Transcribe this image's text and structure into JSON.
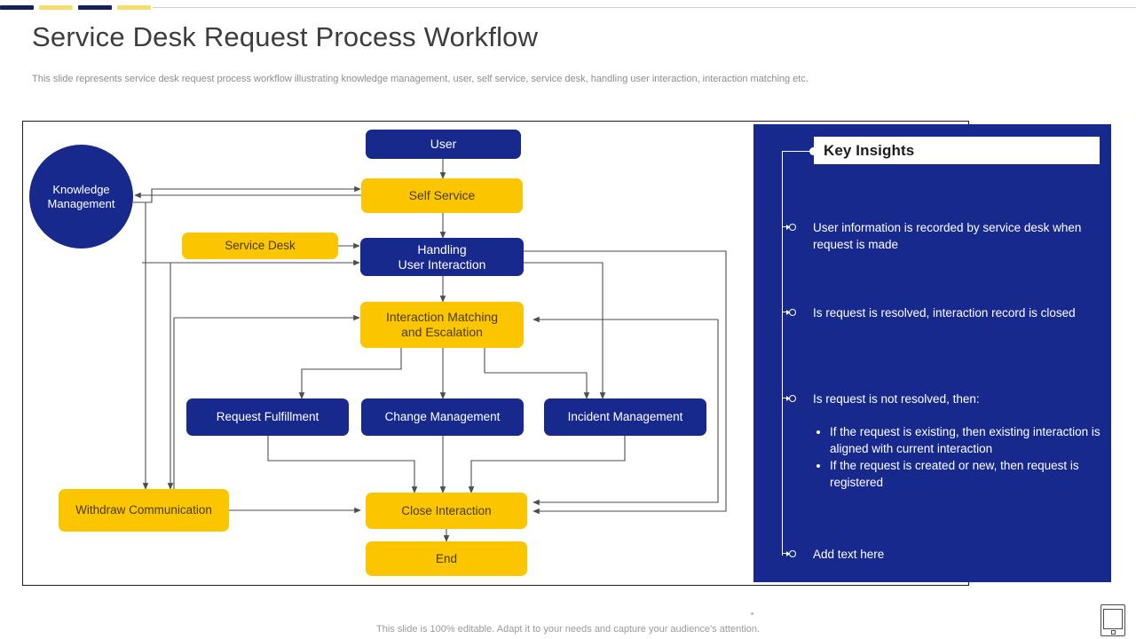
{
  "header": {
    "title": "Service Desk Request Process Workflow",
    "subtitle": "This slide represents service desk request process workflow illustrating knowledge management, user, self service, service desk, handling user interaction, interaction matching etc."
  },
  "colors": {
    "navy": "#17298C",
    "gold": "#FBC500",
    "deco_navy": "#14225C",
    "deco_yellow": "#F5DD6E",
    "panel_bg": "#17298C",
    "connector": "#4d4d55"
  },
  "flow": {
    "nodes": [
      {
        "id": "knowledge-management",
        "label": "Knowledge Management",
        "shape": "circle",
        "fill": "navy"
      },
      {
        "id": "user",
        "label": "User",
        "shape": "rect",
        "fill": "navy"
      },
      {
        "id": "self-service",
        "label": "Self Service",
        "shape": "rect",
        "fill": "gold"
      },
      {
        "id": "service-desk",
        "label": "Service Desk",
        "shape": "rect",
        "fill": "gold"
      },
      {
        "id": "handling-user-interaction",
        "label": "Handling\nUser Interaction",
        "shape": "rect",
        "fill": "navy"
      },
      {
        "id": "interaction-matching-and-escalation",
        "label": "Interaction  Matching\nand Escalation",
        "shape": "rect",
        "fill": "gold"
      },
      {
        "id": "request-fulfillment",
        "label": "Request Fulfillment",
        "shape": "rect",
        "fill": "navy"
      },
      {
        "id": "change-management",
        "label": "Change Management",
        "shape": "rect",
        "fill": "navy"
      },
      {
        "id": "incident-management",
        "label": "Incident  Management",
        "shape": "rect",
        "fill": "navy"
      },
      {
        "id": "withdraw-communication",
        "label": "Withdraw Communication",
        "shape": "rect",
        "fill": "gold"
      },
      {
        "id": "close-interaction",
        "label": "Close Interaction",
        "shape": "rect",
        "fill": "gold"
      },
      {
        "id": "end",
        "label": "End",
        "shape": "rect",
        "fill": "gold"
      }
    ],
    "labels": {
      "knowledge_management_line1": "Knowledge",
      "knowledge_management_line2": "Management",
      "user": "User",
      "self_service": "Self Service",
      "service_desk": "Service Desk",
      "handling_line1": "Handling",
      "handling_line2": "User Interaction",
      "matching_line1": "Interaction  Matching",
      "matching_line2": "and Escalation",
      "request_fulfillment": "Request Fulfillment",
      "change_management": "Change Management",
      "incident_management": "Incident  Management",
      "withdraw_communication": "Withdraw Communication",
      "close_interaction": "Close Interaction",
      "end": "End"
    }
  },
  "insights": {
    "title": "Key Insights",
    "items": [
      {
        "text": "User information is recorded by service desk when request is made",
        "subitems": []
      },
      {
        "text": "Is request is resolved, interaction record is closed",
        "subitems": []
      },
      {
        "text": "Is request is not resolved, then:",
        "subitems": [
          "If the request is existing, then existing interaction is aligned with current interaction",
          "If the request is created or new, then request is registered"
        ]
      },
      {
        "text": "Add text here",
        "subitems": []
      }
    ]
  },
  "footer": {
    "note": "This slide is 100% editable. Adapt it to your needs and capture your audience's attention.",
    "device_icon": "tablet-device-icon"
  }
}
